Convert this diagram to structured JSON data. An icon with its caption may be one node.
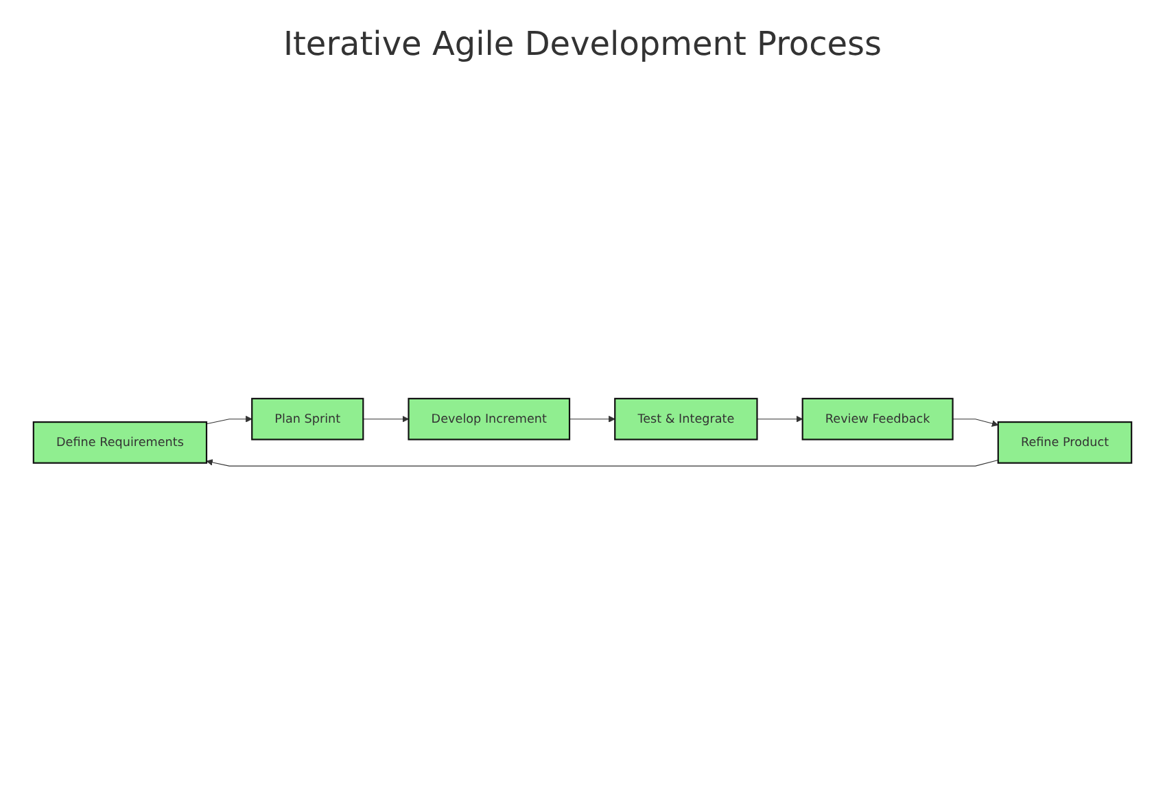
{
  "diagram": {
    "title": "Iterative Agile Development Process",
    "nodes": [
      {
        "text": [
          "Define Requirements"
        ]
      },
      {
        "text": [
          "Plan Sprint"
        ]
      },
      {
        "text": [
          "Develop Increment"
        ]
      },
      {
        "text": [
          "Test & Integrate"
        ]
      },
      {
        "text": [
          "Review Feedback"
        ]
      },
      {
        "text": [
          "Refine Product"
        ]
      }
    ],
    "edges": [
      {
        "from": 0,
        "to": 1,
        "arrow": "to"
      },
      {
        "from": 1,
        "to": 2,
        "arrow": "to"
      },
      {
        "from": 2,
        "to": 3,
        "arrow": "to"
      },
      {
        "from": 3,
        "to": 4,
        "arrow": "to"
      },
      {
        "from": 4,
        "to": 5,
        "arrow": "to"
      },
      {
        "from": 5,
        "to": 0,
        "arrow": "to"
      }
    ]
  }
}
